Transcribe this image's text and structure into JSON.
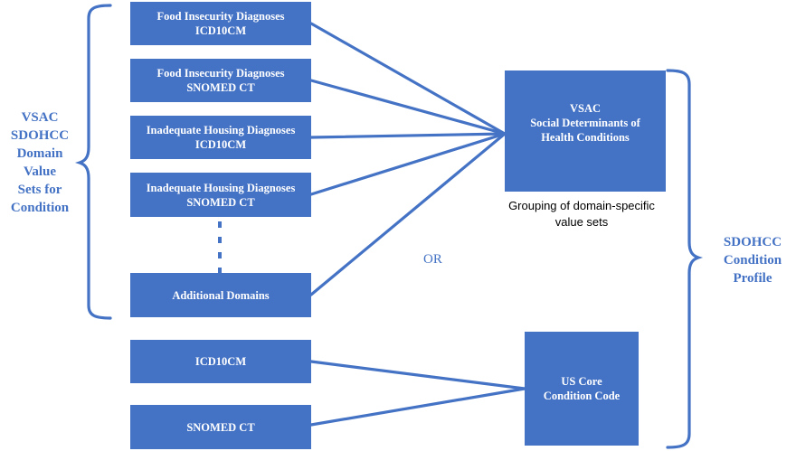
{
  "left_bracket_label": [
    "VSAC",
    "SDOHCC",
    "Domain",
    "Value",
    "Sets for",
    "Condition"
  ],
  "right_bracket_label": [
    "SDOHCC",
    "Condition",
    "Profile"
  ],
  "value_set_boxes": [
    {
      "line1": "Food Insecurity Diagnoses",
      "line2": "ICD10CM"
    },
    {
      "line1": "Food Insecurity Diagnoses",
      "line2": "SNOMED CT"
    },
    {
      "line1": "Inadequate Housing Diagnoses",
      "line2": "ICD10CM"
    },
    {
      "line1": "Inadequate Housing Diagnoses",
      "line2": "SNOMED CT"
    },
    {
      "line1": "Additional Domains",
      "line2": ""
    }
  ],
  "grouping_box": {
    "line1": "VSAC",
    "line2": "Social Determinants of",
    "line3": "Health Conditions"
  },
  "grouping_note": [
    "Grouping of domain-specific",
    "value sets"
  ],
  "or_label": "OR",
  "code_system_boxes": [
    {
      "label": "ICD10CM"
    },
    {
      "label": "SNOMED CT"
    }
  ],
  "us_core_box": {
    "line1": "US Core",
    "line2": "Condition Code"
  },
  "colors": {
    "box_fill": "#4472c4",
    "box_text": "#ffffff",
    "label_text": "#4472c4",
    "connector": "#4472c4"
  }
}
